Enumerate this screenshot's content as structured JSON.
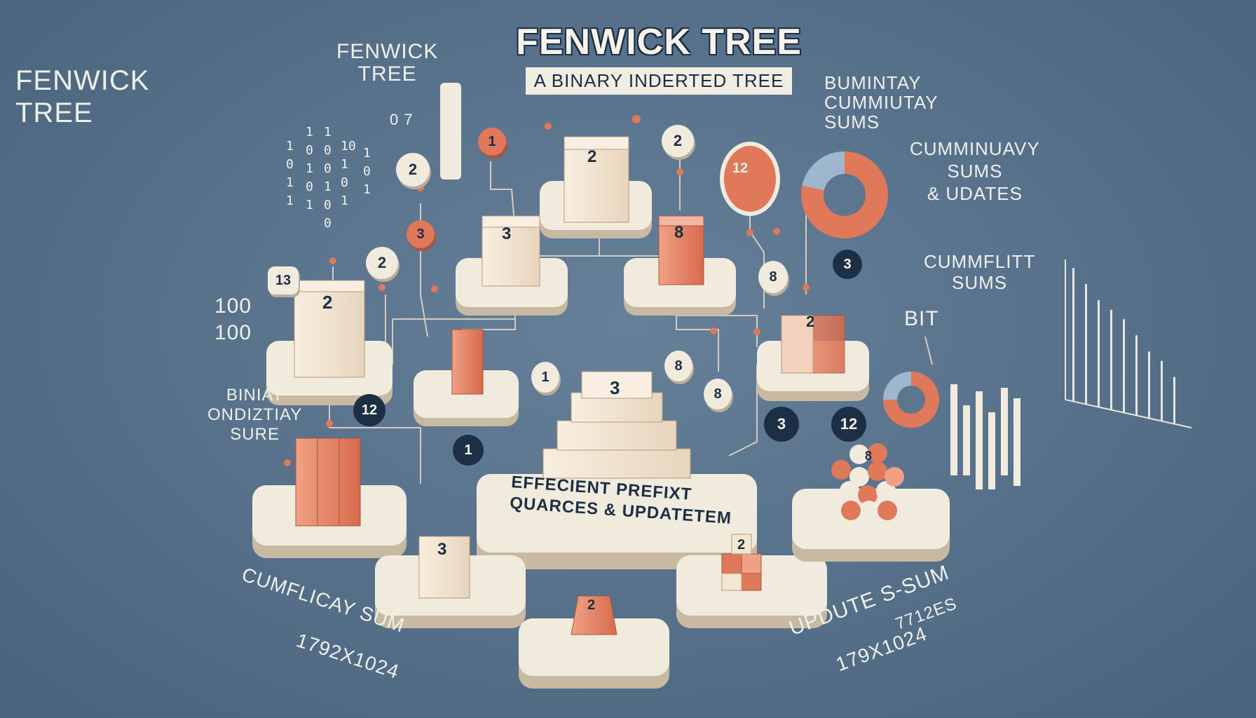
{
  "title": "FENWICK TREE",
  "subtitle": "A BINARY INDERTED TREE",
  "left_heading": "FENWICK\nTREE",
  "small_heading": "FENWICK\nTREE",
  "small_heading_sub": "0 7",
  "right_labels": {
    "a": "BUMINTAY\nCUMMIUTAY\nSUMS",
    "b": "CUMMINUAVY\nSUMS\n& UDATES",
    "c": "CUMMFLITT\nSUMS",
    "d": "BIT"
  },
  "left_labels": {
    "a": "100",
    "b": "100",
    "c": "BINIAT\nONDIZTIAY\nSURE"
  },
  "center_label": "EFFECIENT PREFIXT\nQUARCES & UPDATETEM",
  "bottom_left": "CUMFLICAY SUM",
  "bottom_left_size": "1792X1024",
  "bottom_right": "UPDUTE S-SUM",
  "bottom_right_sub": "7712ES",
  "bottom_right_size": "179X1024",
  "bits_col1": [
    "1",
    "0",
    "1",
    "1"
  ],
  "bits_col2": [
    "1",
    "0",
    "1",
    "0",
    "1"
  ],
  "bits_col3": [
    "1",
    "0",
    "0",
    "1",
    "0",
    "0"
  ],
  "bits_col4": [
    "10",
    "1",
    "0",
    "1"
  ],
  "bits_col5": [
    "1",
    "0",
    "1"
  ],
  "chips": {
    "c1": "1",
    "c2": "2",
    "c3": "3",
    "c4": "2",
    "c5": "12",
    "c6": "13",
    "c7": "12",
    "c8": "1",
    "c9": "1",
    "c10": "8",
    "c11": "3",
    "c12": "12",
    "c13": "3",
    "c14": "8",
    "c15": "2",
    "c16": "8"
  },
  "blocks": {
    "top": "2",
    "mid_left": "3",
    "mid_right": "8",
    "left": "2",
    "stack_top": "3",
    "bottom_center": "3",
    "bottom_right": "2",
    "right": "2",
    "bottom": "2",
    "right_cluster": "8"
  },
  "colors": {
    "background": "#56708a",
    "platform": "#f1ebde",
    "block_cream": "#f3e6d2",
    "block_orange": "#e0785a",
    "ink": "#1d2f45"
  },
  "chart_data": {
    "type": "bar",
    "values": [
      1.0,
      0.9,
      0.8,
      0.75,
      0.7,
      0.6,
      0.5,
      0.45,
      0.35
    ],
    "xlabel": "",
    "ylabel": ""
  }
}
